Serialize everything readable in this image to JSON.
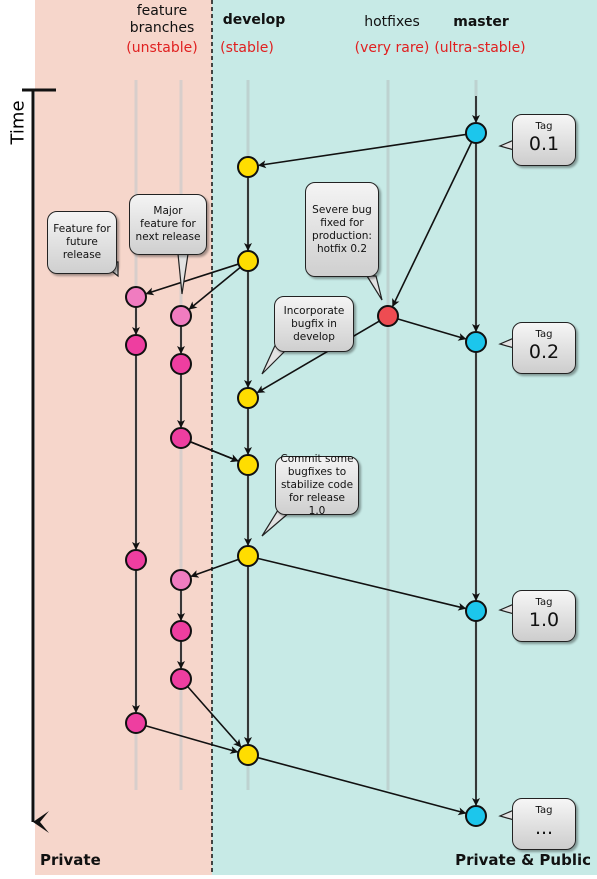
{
  "columns": {
    "feature": {
      "title": "feature\nbranches",
      "note": "(unstable)"
    },
    "develop": {
      "title": "develop",
      "note": "(stable)"
    },
    "hotfixes": {
      "title": "hotfixes",
      "note": "(very rare)"
    },
    "master": {
      "title": "master",
      "note": "(ultra-stable)"
    }
  },
  "time_axis": {
    "label": "Time"
  },
  "zones": {
    "private": "Private",
    "public": "Private & Public"
  },
  "callouts": {
    "feature_future": "Feature for future release",
    "major_feature": "Major feature for next release",
    "severe_bug": "Severe bug fixed for production: hotfix 0.2",
    "incorporate": "Incorporate bugfix in develop",
    "commit_bugfixes": "Commit some bugfixes to stabilize code for release 1.0"
  },
  "tags": [
    {
      "caption": "Tag",
      "version": "0.1"
    },
    {
      "caption": "Tag",
      "version": "0.2"
    },
    {
      "caption": "Tag",
      "version": "1.0"
    },
    {
      "caption": "Tag",
      "version": "..."
    }
  ],
  "colors": {
    "private_bg": "#f6d6cb",
    "public_bg": "#c7eae6",
    "feature_node": "#ee3ea0",
    "feature_node_light": "#f07cc0",
    "develop_node": "#ffdd00",
    "hotfix_node": "#ee4c52",
    "master_node": "#1cc6ec",
    "note_red": "#e02020"
  }
}
